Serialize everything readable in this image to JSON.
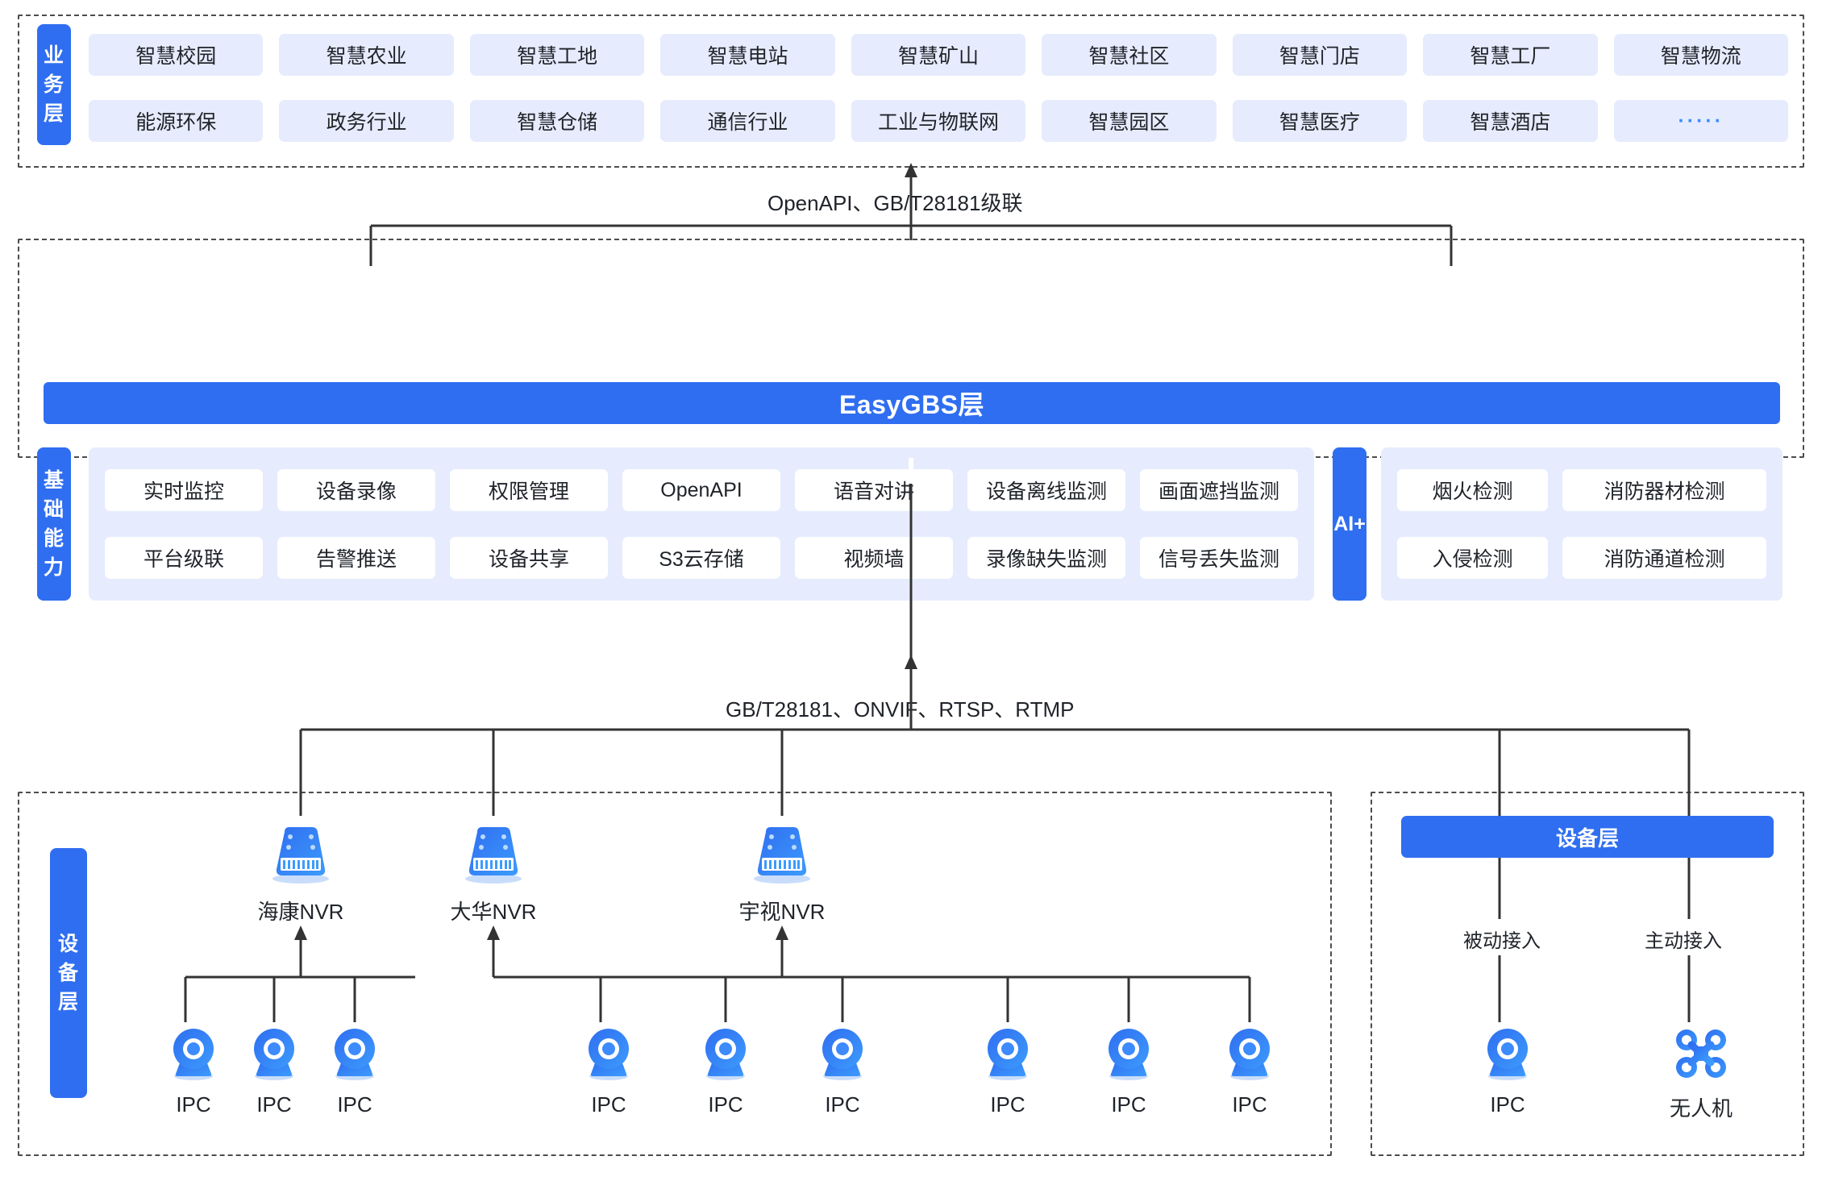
{
  "business": {
    "tab_label": "业务层",
    "items": [
      "智慧校园",
      "智慧农业",
      "智慧工地",
      "智慧电站",
      "智慧矿山",
      "智慧社区",
      "智慧门店",
      "智慧工厂",
      "智慧物流",
      "能源环保",
      "政务行业",
      "智慧仓储",
      "通信行业",
      "工业与物联网",
      "智慧园区",
      "智慧医疗",
      "智慧酒店",
      "·····"
    ]
  },
  "connectors": {
    "top_label": "OpenAPI、GB/T28181级联",
    "bottom_label": "GB/T28181、ONVIF、RTSP、RTMP"
  },
  "gbs": {
    "bar_label": "EasyGBS层",
    "capability_tab_label": "基础能力",
    "capabilities": [
      "实时监控",
      "设备录像",
      "权限管理",
      "OpenAPI",
      "语音对讲",
      "设备离线监测",
      "画面遮挡监测",
      "平台级联",
      "告警推送",
      "设备共享",
      "S3云存储",
      "视频墙",
      "录像缺失监测",
      "信号丢失监测"
    ],
    "ai_tab_label": "AI+",
    "ai_items": [
      "烟火检测",
      "消防器材检测",
      "入侵检测",
      "消防通道检测"
    ]
  },
  "device_left": {
    "tab_label": "设备层",
    "nvrs": [
      {
        "name": "海康NVR",
        "icon": "nvr-icon",
        "cameras": [
          "IPC",
          "IPC",
          "IPC"
        ]
      },
      {
        "name": "大华NVR",
        "icon": "nvr-icon",
        "cameras": [
          "IPC",
          "IPC",
          "IPC"
        ]
      },
      {
        "name": "宇视NVR",
        "icon": "nvr-icon",
        "cameras": [
          "IPC",
          "IPC",
          "IPC"
        ]
      }
    ]
  },
  "device_right": {
    "bar_label": "设备层",
    "branches": [
      {
        "access_label": "被动接入",
        "device_label": "IPC",
        "icon": "camera-icon"
      },
      {
        "access_label": "主动接入",
        "device_label": "无人机",
        "icon": "drone-icon"
      }
    ]
  },
  "colors": {
    "accent": "#2f6ef0",
    "chip_bg": "#e6ecfd",
    "line": "#333333",
    "text": "#1f2329"
  }
}
